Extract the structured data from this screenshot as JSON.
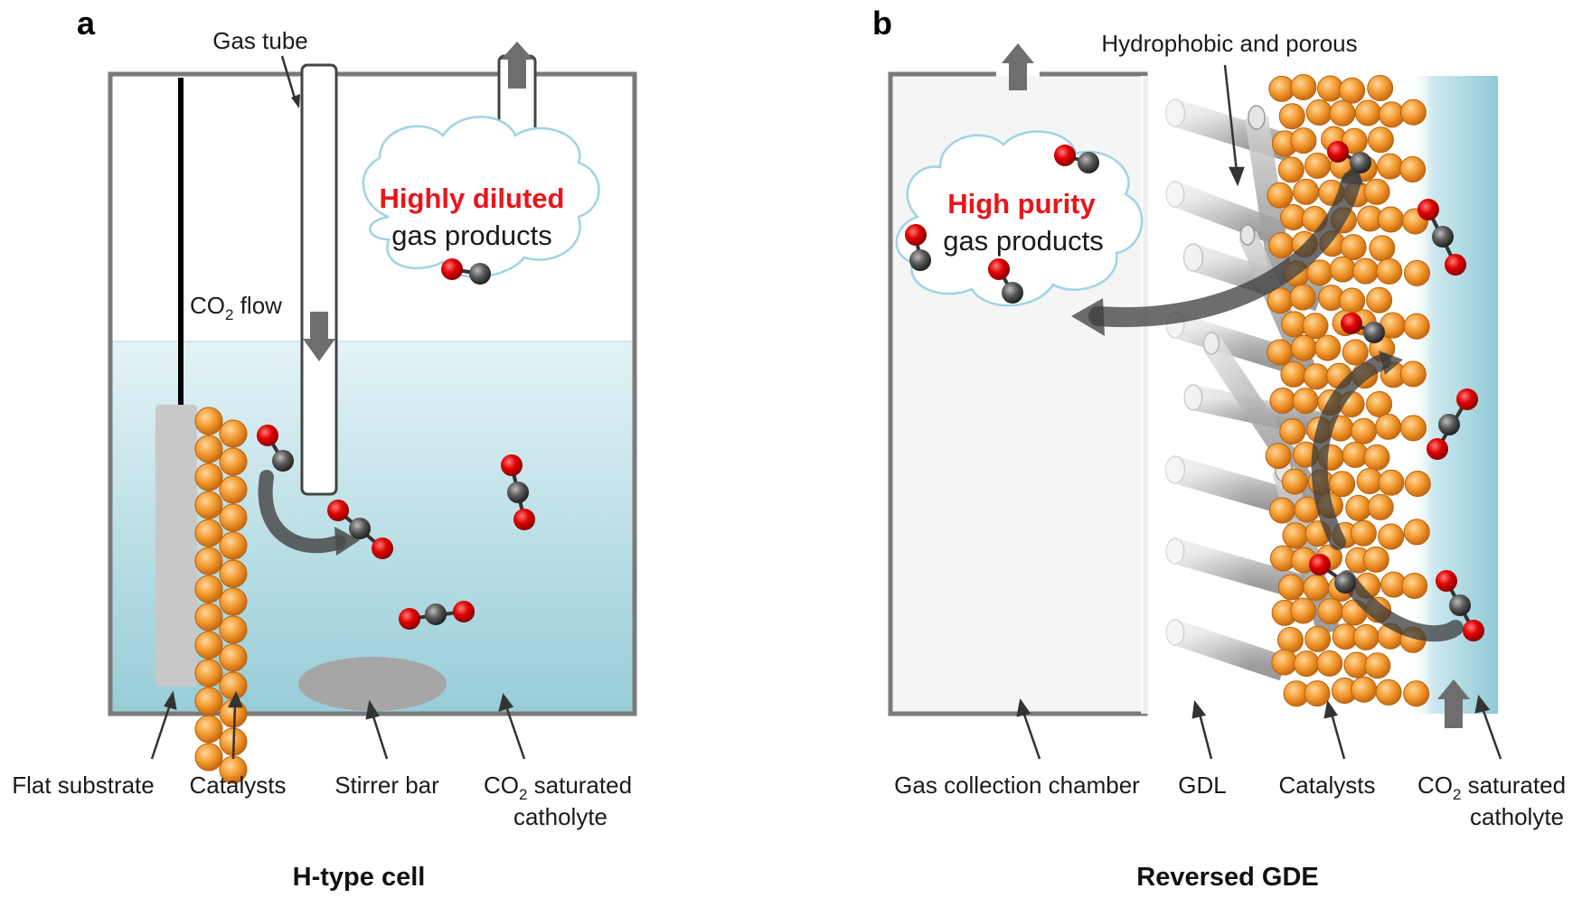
{
  "panel_a": {
    "letter": "a",
    "gas_tube_label": "Gas tube",
    "co2_flow_label": "CO",
    "co2_flow_sub": "2",
    "co2_flow_suffix": " flow",
    "cloud_title": "Highly diluted",
    "cloud_sub": "gas products",
    "bottom_labels": {
      "flat_substrate": "Flat substrate",
      "catalysts": "Catalysts",
      "stirrer_bar": "Stirrer bar",
      "catholyte_line1_prefix": "CO",
      "catholyte_line1_sub": "2",
      "catholyte_line1_suffix": " saturated",
      "catholyte_line2": "catholyte"
    },
    "caption": "H-type cell"
  },
  "panel_b": {
    "letter": "b",
    "top_label": "Hydrophobic and porous",
    "cloud_title": "High purity",
    "cloud_sub": "gas products",
    "bottom_labels": {
      "gas_chamber": "Gas collection chamber",
      "gdl": "GDL",
      "catalysts": "Catalysts",
      "catholyte_line1_prefix": "CO",
      "catholyte_line1_sub": "2",
      "catholyte_line1_suffix": " saturated",
      "catholyte_line2": "catholyte"
    },
    "caption": "Reversed GDE"
  },
  "colors": {
    "frame": "#7a7a7a",
    "electrolyte_top": "#dff1f5",
    "electrolyte_bottom": "#9fd0da",
    "catalyst": "#f39a30",
    "oxygen": "#e00000",
    "carbon": "#555555",
    "cloud_stroke": "#9fd3e6",
    "highlight_red": "#e8161b"
  }
}
